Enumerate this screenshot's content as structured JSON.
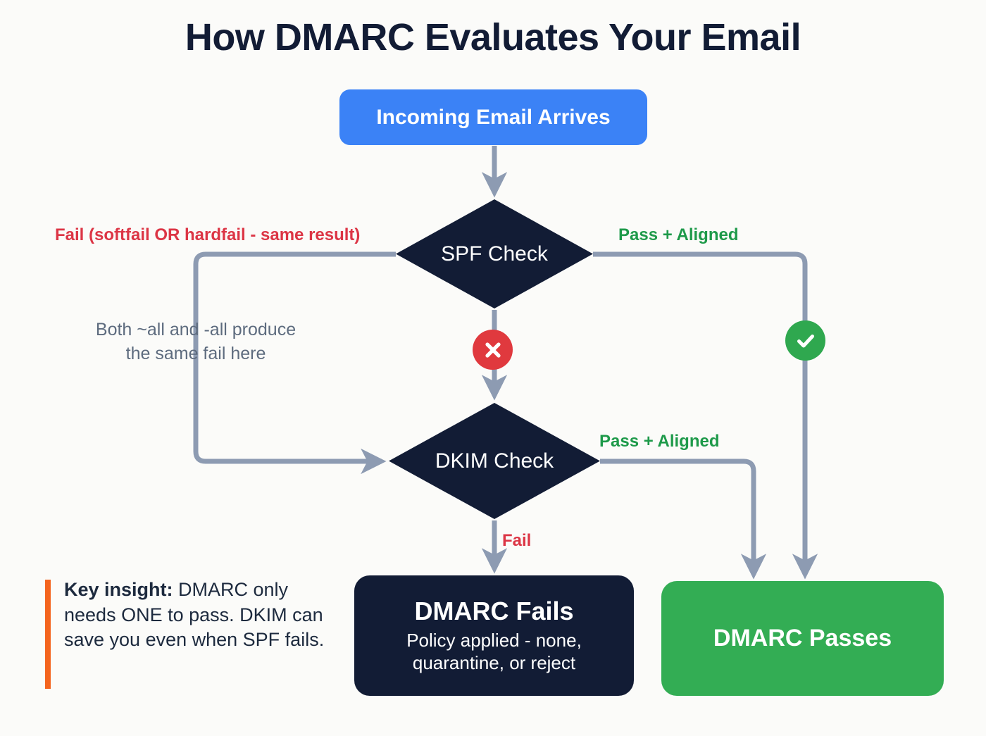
{
  "page": {
    "title": "How DMARC Evaluates Your Email",
    "background_color": "#fbfbf9"
  },
  "nodes": {
    "start": {
      "label": "Incoming Email Arrives",
      "color": "#3b82f6"
    },
    "spf_check": {
      "label": "SPF Check",
      "color": "#121c35"
    },
    "dkim_check": {
      "label": "DKIM Check",
      "color": "#121c35"
    },
    "dmarc_fails": {
      "title": "DMARC Fails",
      "subtitle_line1": "Policy applied - none,",
      "subtitle_line2": "quarantine, or reject",
      "color": "#121c35"
    },
    "dmarc_passes": {
      "label": "DMARC Passes",
      "color": "#33ad54"
    }
  },
  "edge_labels": {
    "spf_fail": "Fail (softfail OR hardfail - same result)",
    "spf_pass": "Pass + Aligned",
    "dkim_pass": "Pass + Aligned",
    "dkim_fail": "Fail",
    "fail_color": "#dc3545",
    "pass_color": "#1e9a4a"
  },
  "annotations": {
    "spf_note_line1": "Both ~all and -all produce",
    "spf_note_line2": "the same fail here",
    "spf_note_color": "#5d6b7e"
  },
  "callout": {
    "lead": "Key insight:",
    "body": " DMARC only needs ONE to pass. DKIM can save you even when SPF fails.",
    "accent_color": "#f4641e"
  },
  "badges": {
    "fail_icon": "x-mark-icon",
    "fail_icon_color": "#e0393e",
    "pass_icon": "check-mark-icon",
    "pass_icon_color": "#2fa84f"
  },
  "connectors": {
    "line_color": "#8d9bb2"
  },
  "chart_data": {
    "type": "diagram",
    "title": "How DMARC Evaluates Your Email",
    "nodes": [
      {
        "id": "start",
        "label": "Incoming Email Arrives",
        "shape": "rounded-rect",
        "color": "#3b82f6"
      },
      {
        "id": "spf",
        "label": "SPF Check",
        "shape": "diamond",
        "color": "#121c35"
      },
      {
        "id": "dkim",
        "label": "DKIM Check",
        "shape": "diamond",
        "color": "#121c35"
      },
      {
        "id": "fails",
        "label": "DMARC Fails",
        "shape": "rounded-rect",
        "color": "#121c35"
      },
      {
        "id": "passes",
        "label": "DMARC Passes",
        "shape": "rounded-rect",
        "color": "#33ad54"
      }
    ],
    "edges": [
      {
        "from": "start",
        "to": "spf",
        "label": ""
      },
      {
        "from": "spf",
        "to": "dkim",
        "label": "Fail (softfail OR hardfail - same result)"
      },
      {
        "from": "spf",
        "to": "dkim",
        "label": "",
        "via": "x-mark-icon"
      },
      {
        "from": "spf",
        "to": "passes",
        "label": "Pass + Aligned"
      },
      {
        "from": "dkim",
        "to": "passes",
        "label": "Pass + Aligned"
      },
      {
        "from": "dkim",
        "to": "fails",
        "label": "Fail"
      }
    ]
  }
}
